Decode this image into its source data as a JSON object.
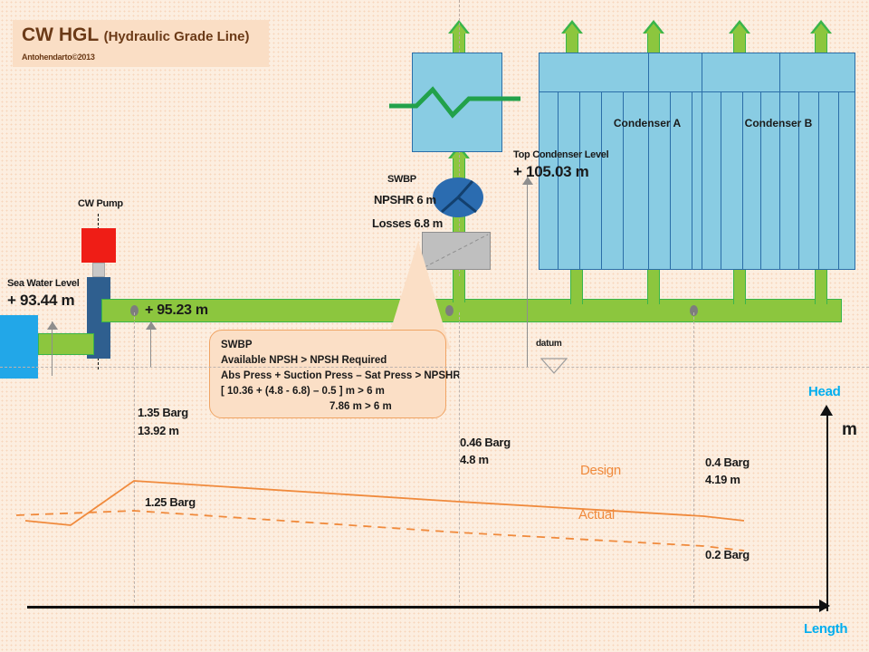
{
  "title": {
    "main": "CW HGL ",
    "paren": "(Hydraulic Grade Line)",
    "credit": "Antohendarto©2013"
  },
  "sea": {
    "label": "Sea Water Level",
    "value": "+ 93.44 m"
  },
  "pump": {
    "label": "CW Pump"
  },
  "pipe": {
    "value": "+ 95.23 m"
  },
  "swbp": {
    "label": "SWBP",
    "npshr": "NPSHR 6 m",
    "losses": "Losses 6.8 m"
  },
  "condensers": {
    "a": "Condenser A",
    "b": "Condenser B",
    "top_level_label": "Top Condenser Level",
    "top_level_value": "+ 105.03 m"
  },
  "callout": {
    "line1": "SWBP",
    "line2": "Available NPSH > NPSH Required",
    "line3": "Abs Press + Suction Press – Sat Press > NPSHR",
    "line4": "[ 10.36 + (4.8 - 6.8) – 0.5 ] m > 6 m",
    "line5": "7.86 m > 6 m"
  },
  "datum": {
    "label": "datum"
  },
  "chart_data": {
    "type": "line",
    "title": "CW HGL (Hydraulic Grade Line)",
    "xlabel": "Length",
    "ylabel": "Head",
    "yunit": "m",
    "grid": false,
    "legend_position": "inline-right",
    "series": [
      {
        "name": "Design",
        "style": "solid",
        "color": "#f08a3c",
        "points": [
          {
            "x": 148,
            "label_barg": "1.35 Barg",
            "label_m": "13.92 m"
          },
          {
            "x": 507,
            "label_barg": "0.46 Barg",
            "label_m": "4.8 m"
          },
          {
            "x": 777,
            "label_barg": "0.4 Barg",
            "label_m": "4.19 m"
          }
        ]
      },
      {
        "name": "Actual",
        "style": "dashed",
        "color": "#f08a3c",
        "points": [
          {
            "x": 148,
            "label_barg": "1.25 Barg",
            "label_m": ""
          },
          {
            "x": 777,
            "label_barg": "0.2 Barg",
            "label_m": ""
          }
        ]
      }
    ],
    "annotations": [
      {
        "id": "p1-barg",
        "text": "1.35 Barg"
      },
      {
        "id": "p1-m",
        "text": "13.92 m"
      },
      {
        "id": "p1a-barg",
        "text": "1.25 Barg"
      },
      {
        "id": "p2-barg",
        "text": "0.46 Barg"
      },
      {
        "id": "p2-m",
        "text": "4.8 m"
      },
      {
        "id": "p3-barg",
        "text": "0.4 Barg"
      },
      {
        "id": "p3-m",
        "text": "4.19 m"
      },
      {
        "id": "p3a-barg",
        "text": "0.2 Barg"
      },
      {
        "id": "design",
        "text": "Design"
      },
      {
        "id": "actual",
        "text": "Actual"
      }
    ]
  },
  "colors": {
    "background": "#fceee0",
    "pipe_fill": "#8cc63e",
    "pipe_stroke": "#39b54a",
    "condenser_fill": "#89cce3",
    "condenser_stroke": "#2b6ea8",
    "sea_water": "#22a7e8",
    "pump_red": "#ef1d16",
    "pump_blue": "#2f5f8f",
    "callout_fill": "#fbdfc6",
    "callout_stroke": "#f0a464",
    "curve_orange": "#f08a3c",
    "axis_label_blue": "#00aeef",
    "title_brown": "#6b3a17"
  }
}
